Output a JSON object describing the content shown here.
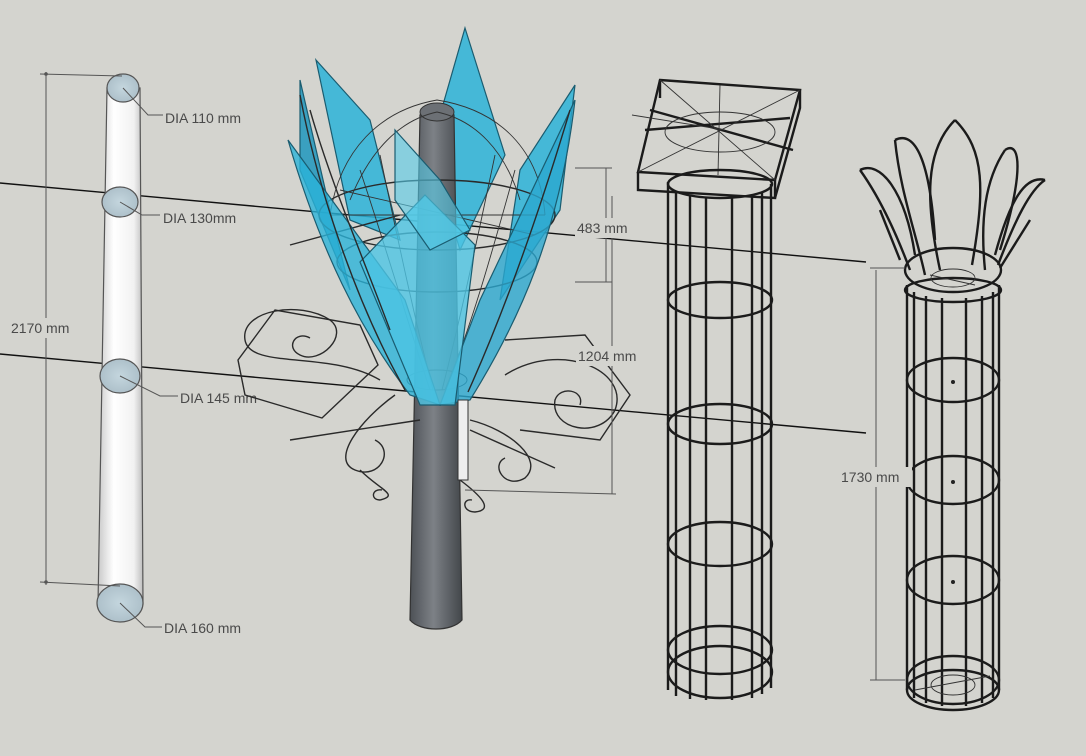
{
  "labels": {
    "dia1": "DIA 110 mm",
    "dia2": "DIA  130mm",
    "dia3": "DIA 145 mm",
    "dia4": "DIA 160 mm",
    "height_pole": "2170 mm",
    "dim_483": "483 mm",
    "dim_1204": "1204 mm",
    "height_cage": "1730 mm"
  },
  "colors": {
    "background": "#d4d4cf",
    "petal": "#2bb3d8",
    "trunk": "#6a6e73",
    "pole": "#f7f7f7"
  }
}
